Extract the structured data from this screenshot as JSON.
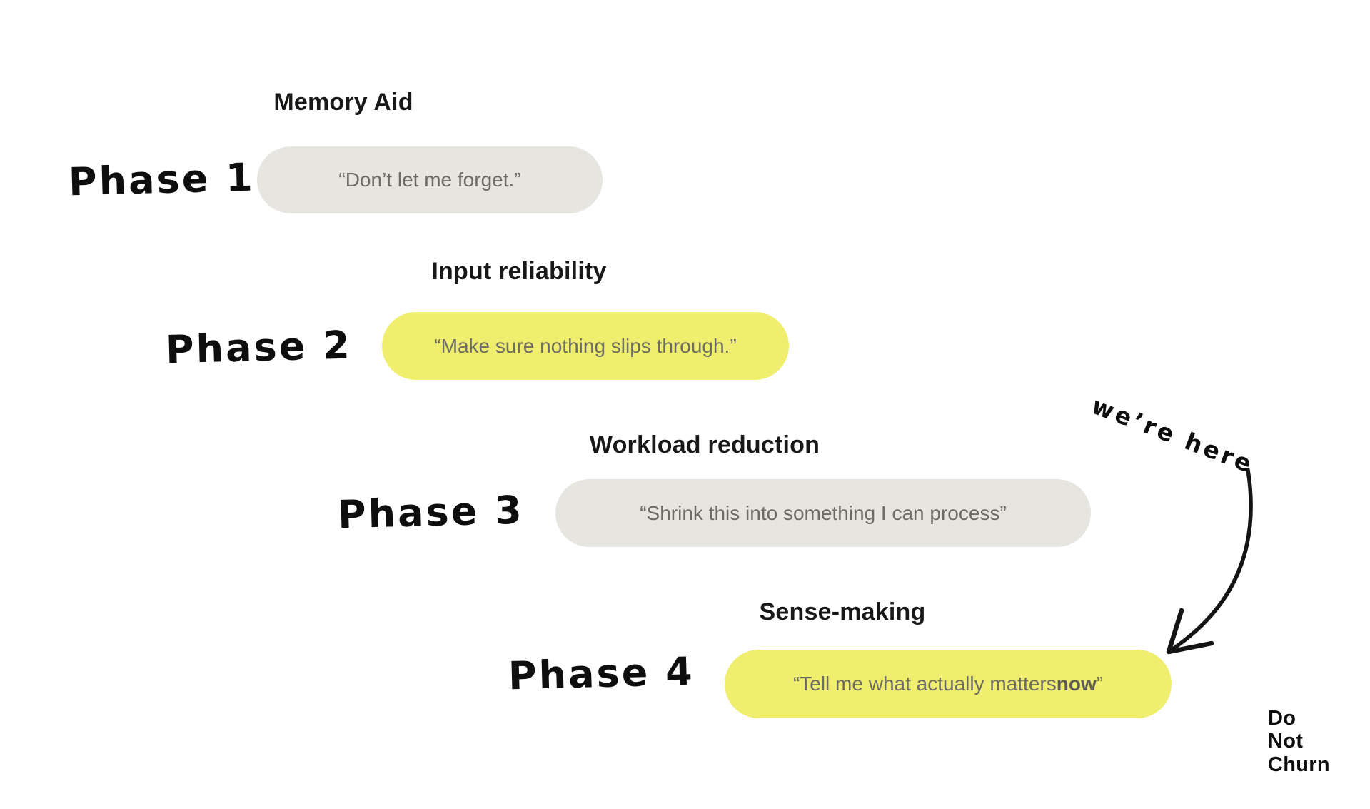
{
  "phases": [
    {
      "heading": "Memory Aid",
      "label": "Phase 1",
      "quote": "“Don’t let me forget.”",
      "variant": "gray"
    },
    {
      "heading": "Input reliability",
      "label": "Phase 2",
      "quote": "“Make sure nothing slips through.”",
      "variant": "yellow"
    },
    {
      "heading": "Workload reduction",
      "label": "Phase 3",
      "quote": "“Shrink this into something I can process”",
      "variant": "gray"
    },
    {
      "heading": "Sense-making",
      "label": "Phase 4",
      "quote_prefix": "“Tell me what actually matters ",
      "quote_bold": "now",
      "quote_suffix": "”",
      "variant": "yellow"
    }
  ],
  "annotation": {
    "label": "we’re here"
  },
  "logo": {
    "lines": [
      "Do",
      "Not",
      "Churn"
    ]
  },
  "colors": {
    "pill_gray": "#e7e5e0",
    "pill_yellow": "#f0ee6e",
    "quote_text": "#6c6b65",
    "ink": "#0e0e0e"
  }
}
